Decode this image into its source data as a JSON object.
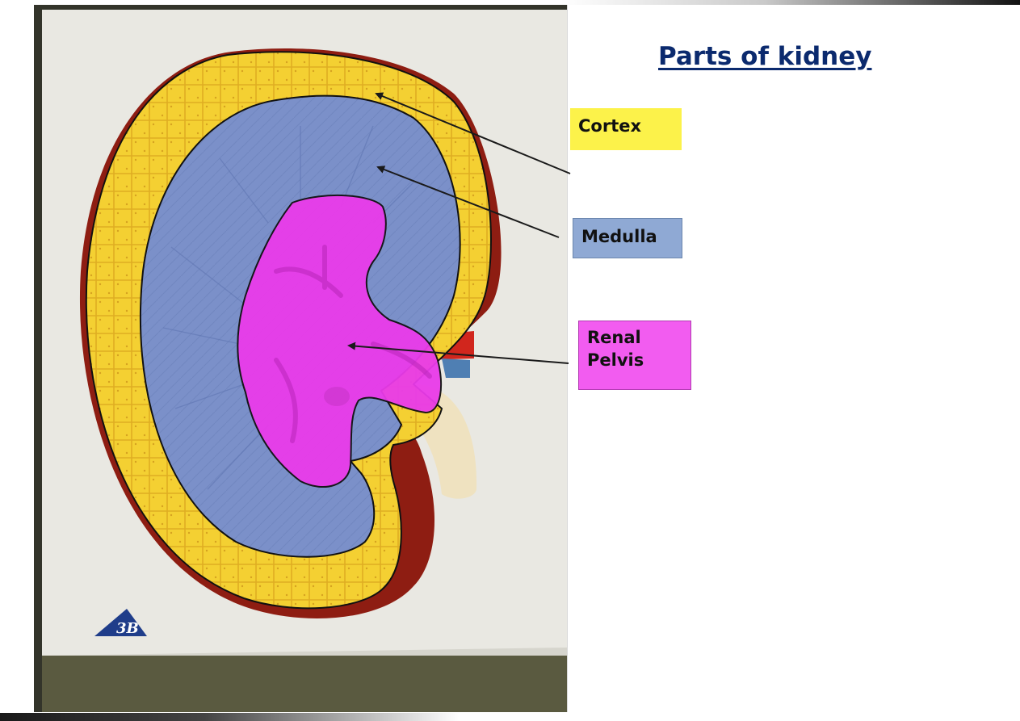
{
  "slide": {
    "title": "Parts of kidney"
  },
  "labels": [
    {
      "id": "cortex",
      "text": "Cortex",
      "color": "#fcf24a"
    },
    {
      "id": "medulla",
      "text": "Medulla",
      "color": "#8fa9d4"
    },
    {
      "id": "renal-pelvis",
      "text": "Renal\nPelvis",
      "color": "#f25cf0"
    }
  ],
  "colors": {
    "cortex": "#f2cf2e",
    "medulla": "#7f93cc",
    "pelvis": "#ea3bea",
    "title": "#0b2a6e",
    "arrow": "#1a1a1a"
  },
  "icons": {
    "model_logo": "3b-logo-icon"
  }
}
